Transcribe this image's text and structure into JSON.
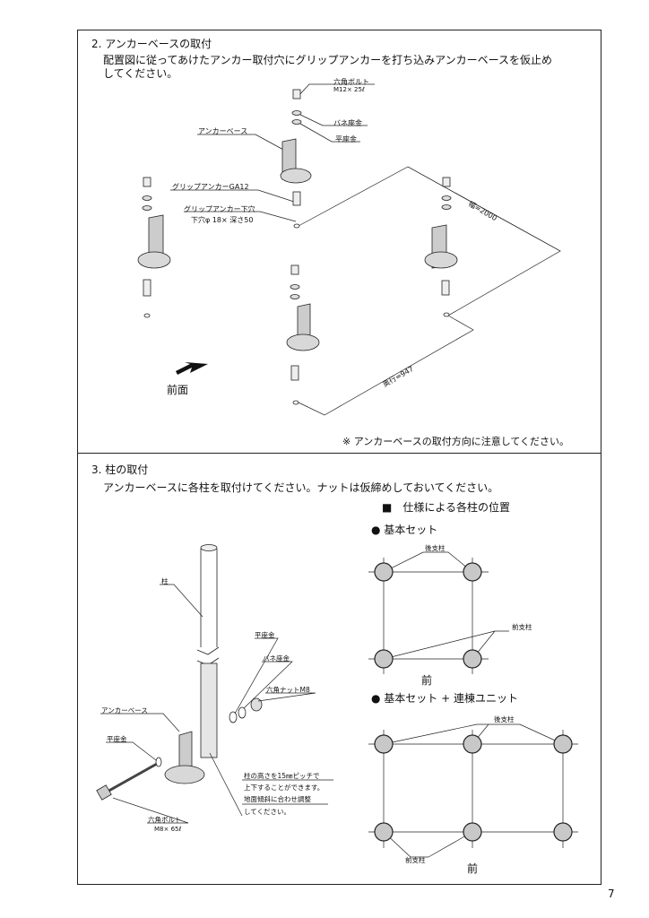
{
  "section2": {
    "title": "2. アンカーベースの取付",
    "body_line1": "配置図に従ってあけたアンカー取付穴にグリップアンカーを打ち込みアンカーベースを仮止め",
    "body_line2": "してください。",
    "labels": {
      "hex_bolt": "六角ボルト",
      "hex_bolt_size": "M12× 25ℓ",
      "spring_washer": "バネ座金",
      "flat_washer": "平座金",
      "anchor_base": "アンカーベース",
      "grip_anchor": "グリップアンカーGA12",
      "grip_anchor_hole": "グリップアンカー下穴",
      "hole_size": "下穴φ 18× 深さ50",
      "width_dim": "幅=2000",
      "depth_dim": "奥行=947",
      "front": "前面"
    },
    "note": "※ アンカーベースの取付方向に注意してください。"
  },
  "section3": {
    "title": "3. 柱の取付",
    "body": "アンカーベースに各柱を取付けてください。ナットは仮締めしておいてください。",
    "labels": {
      "pillar": "柱",
      "flat_washer_top": "平座金",
      "spring_washer": "バネ座金",
      "hex_nut": "六角ナットM8",
      "anchor_base": "アンカーベース",
      "flat_washer_left": "平座金",
      "hex_bolt": "六角ボルト",
      "hex_bolt_size": "M8× 65ℓ",
      "note_line1": "柱の高さを15㎜ピッチで",
      "note_line2": "上下することができます。",
      "note_line3": "地面傾斜に合わせ調整",
      "note_line4": "してください。"
    },
    "spec_heading": "■　仕様による各柱の位置",
    "basic_set": "● 基本セット",
    "basic_rear": "後支柱",
    "basic_front_post": "前支柱",
    "basic_front": "前",
    "combo_set": "● 基本セット + 連棟ユニット",
    "combo_rear": "後支柱",
    "combo_front_post": "前支柱",
    "combo_front": "前"
  },
  "page_number": "7"
}
